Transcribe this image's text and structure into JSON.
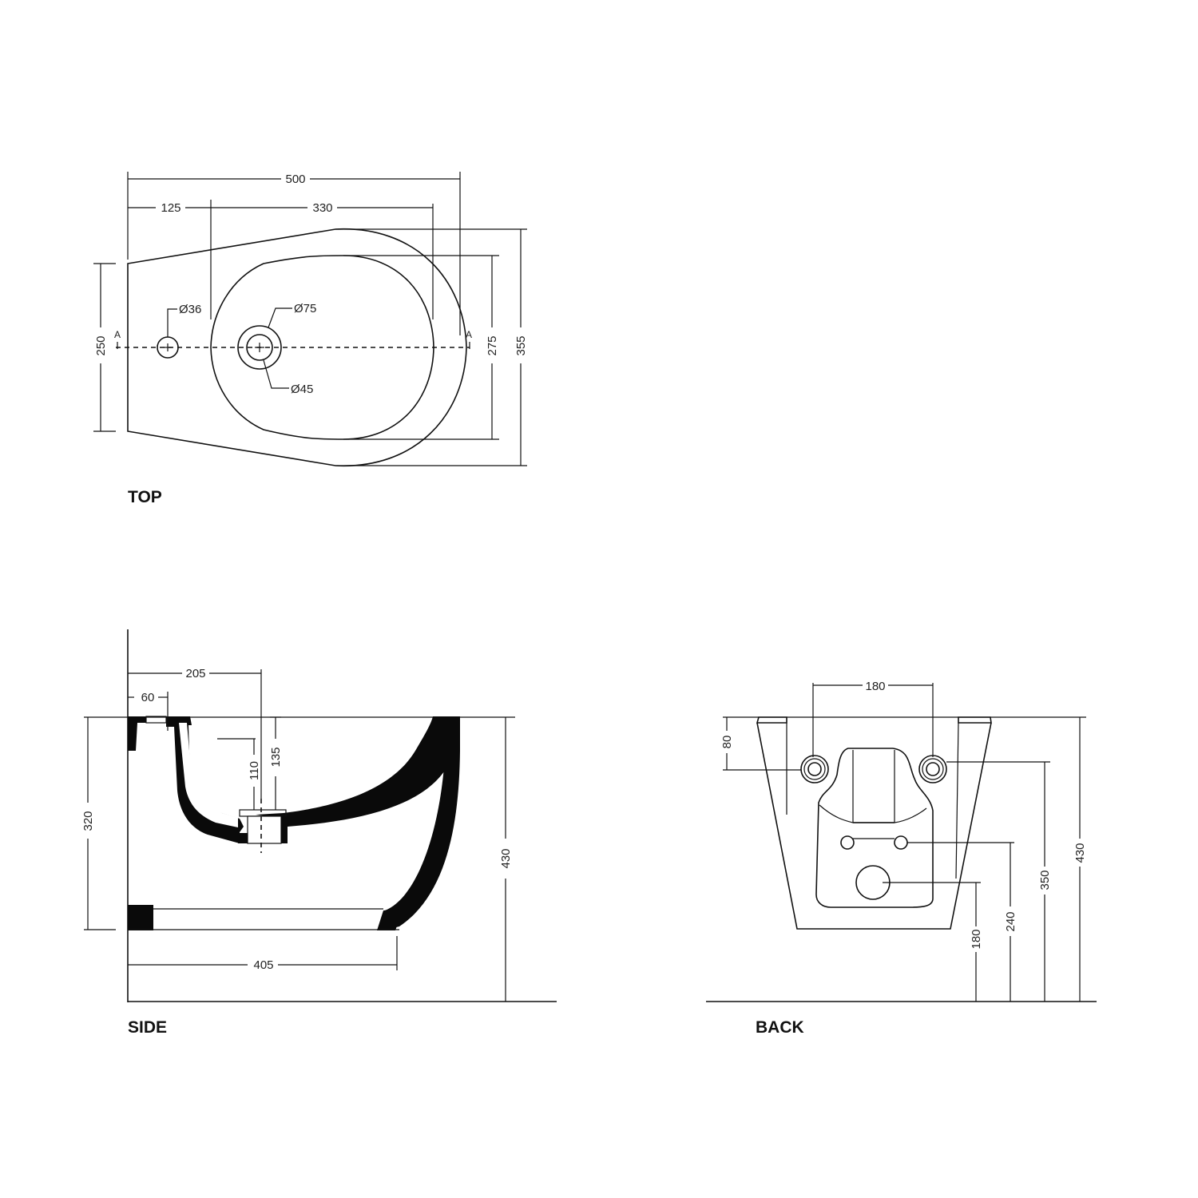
{
  "drawing": {
    "views": {
      "top": {
        "label": "TOP",
        "dimensions": {
          "overall_length": "500",
          "tap_hole_offset": "125",
          "bowl_length": "330",
          "rear_width": "250",
          "bowl_width": "275",
          "overall_width": "355",
          "tap_hole_diameter": "Ø36",
          "drain_outer_diameter": "Ø75",
          "drain_inner_diameter": "Ø45"
        },
        "section_marks": [
          "A",
          "A"
        ]
      },
      "side": {
        "label": "SIDE",
        "dimensions": {
          "drain_offset": "205",
          "tap_offset": "60",
          "drain_depth_inner": "110",
          "drain_depth_outer": "135",
          "body_height": "320",
          "overall_height": "430",
          "base_length": "405"
        }
      },
      "back": {
        "label": "BACK",
        "dimensions": {
          "fixing_spacing": "180",
          "fixing_from_top": "80",
          "waste_height": "180",
          "supply_height": "240",
          "fixing_height": "350",
          "overall_height": "430"
        }
      }
    }
  }
}
